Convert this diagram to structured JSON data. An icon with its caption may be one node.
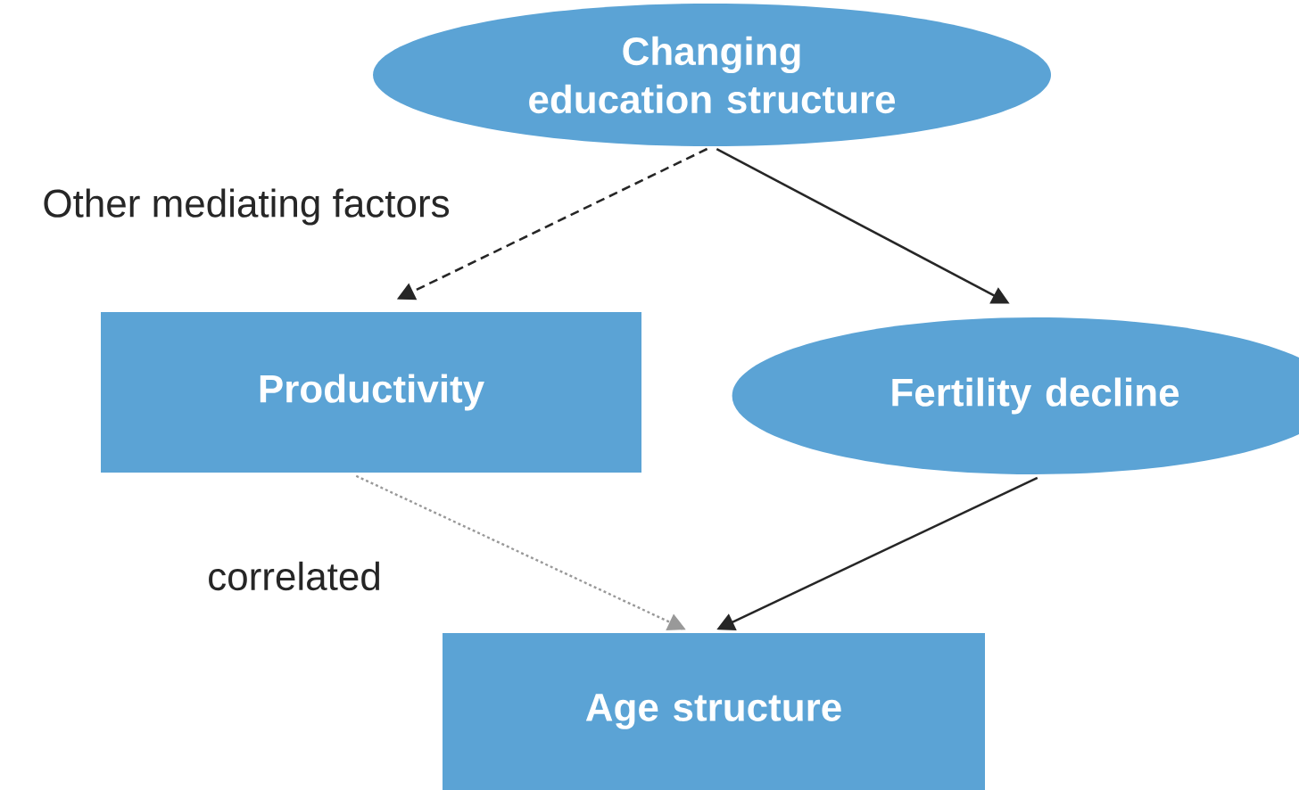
{
  "diagram": {
    "nodes": [
      {
        "text": [
          "Changing education structure"
        ]
      },
      {
        "text": [
          "Productivity"
        ]
      },
      {
        "text": [
          "Fertility decline"
        ]
      },
      {
        "text": [
          "Age structure"
        ]
      }
    ],
    "edges": [
      {
        "from": 0,
        "to": 1,
        "arrow": "to",
        "style": "dashed",
        "label": "Other mediating factors"
      },
      {
        "from": 0,
        "to": 2,
        "arrow": "to"
      },
      {
        "from": 1,
        "to": 3,
        "arrow": "to",
        "style": "dashed",
        "color": "#999999",
        "label": "correlated"
      },
      {
        "from": 2,
        "to": 3,
        "arrow": "to"
      }
    ]
  }
}
